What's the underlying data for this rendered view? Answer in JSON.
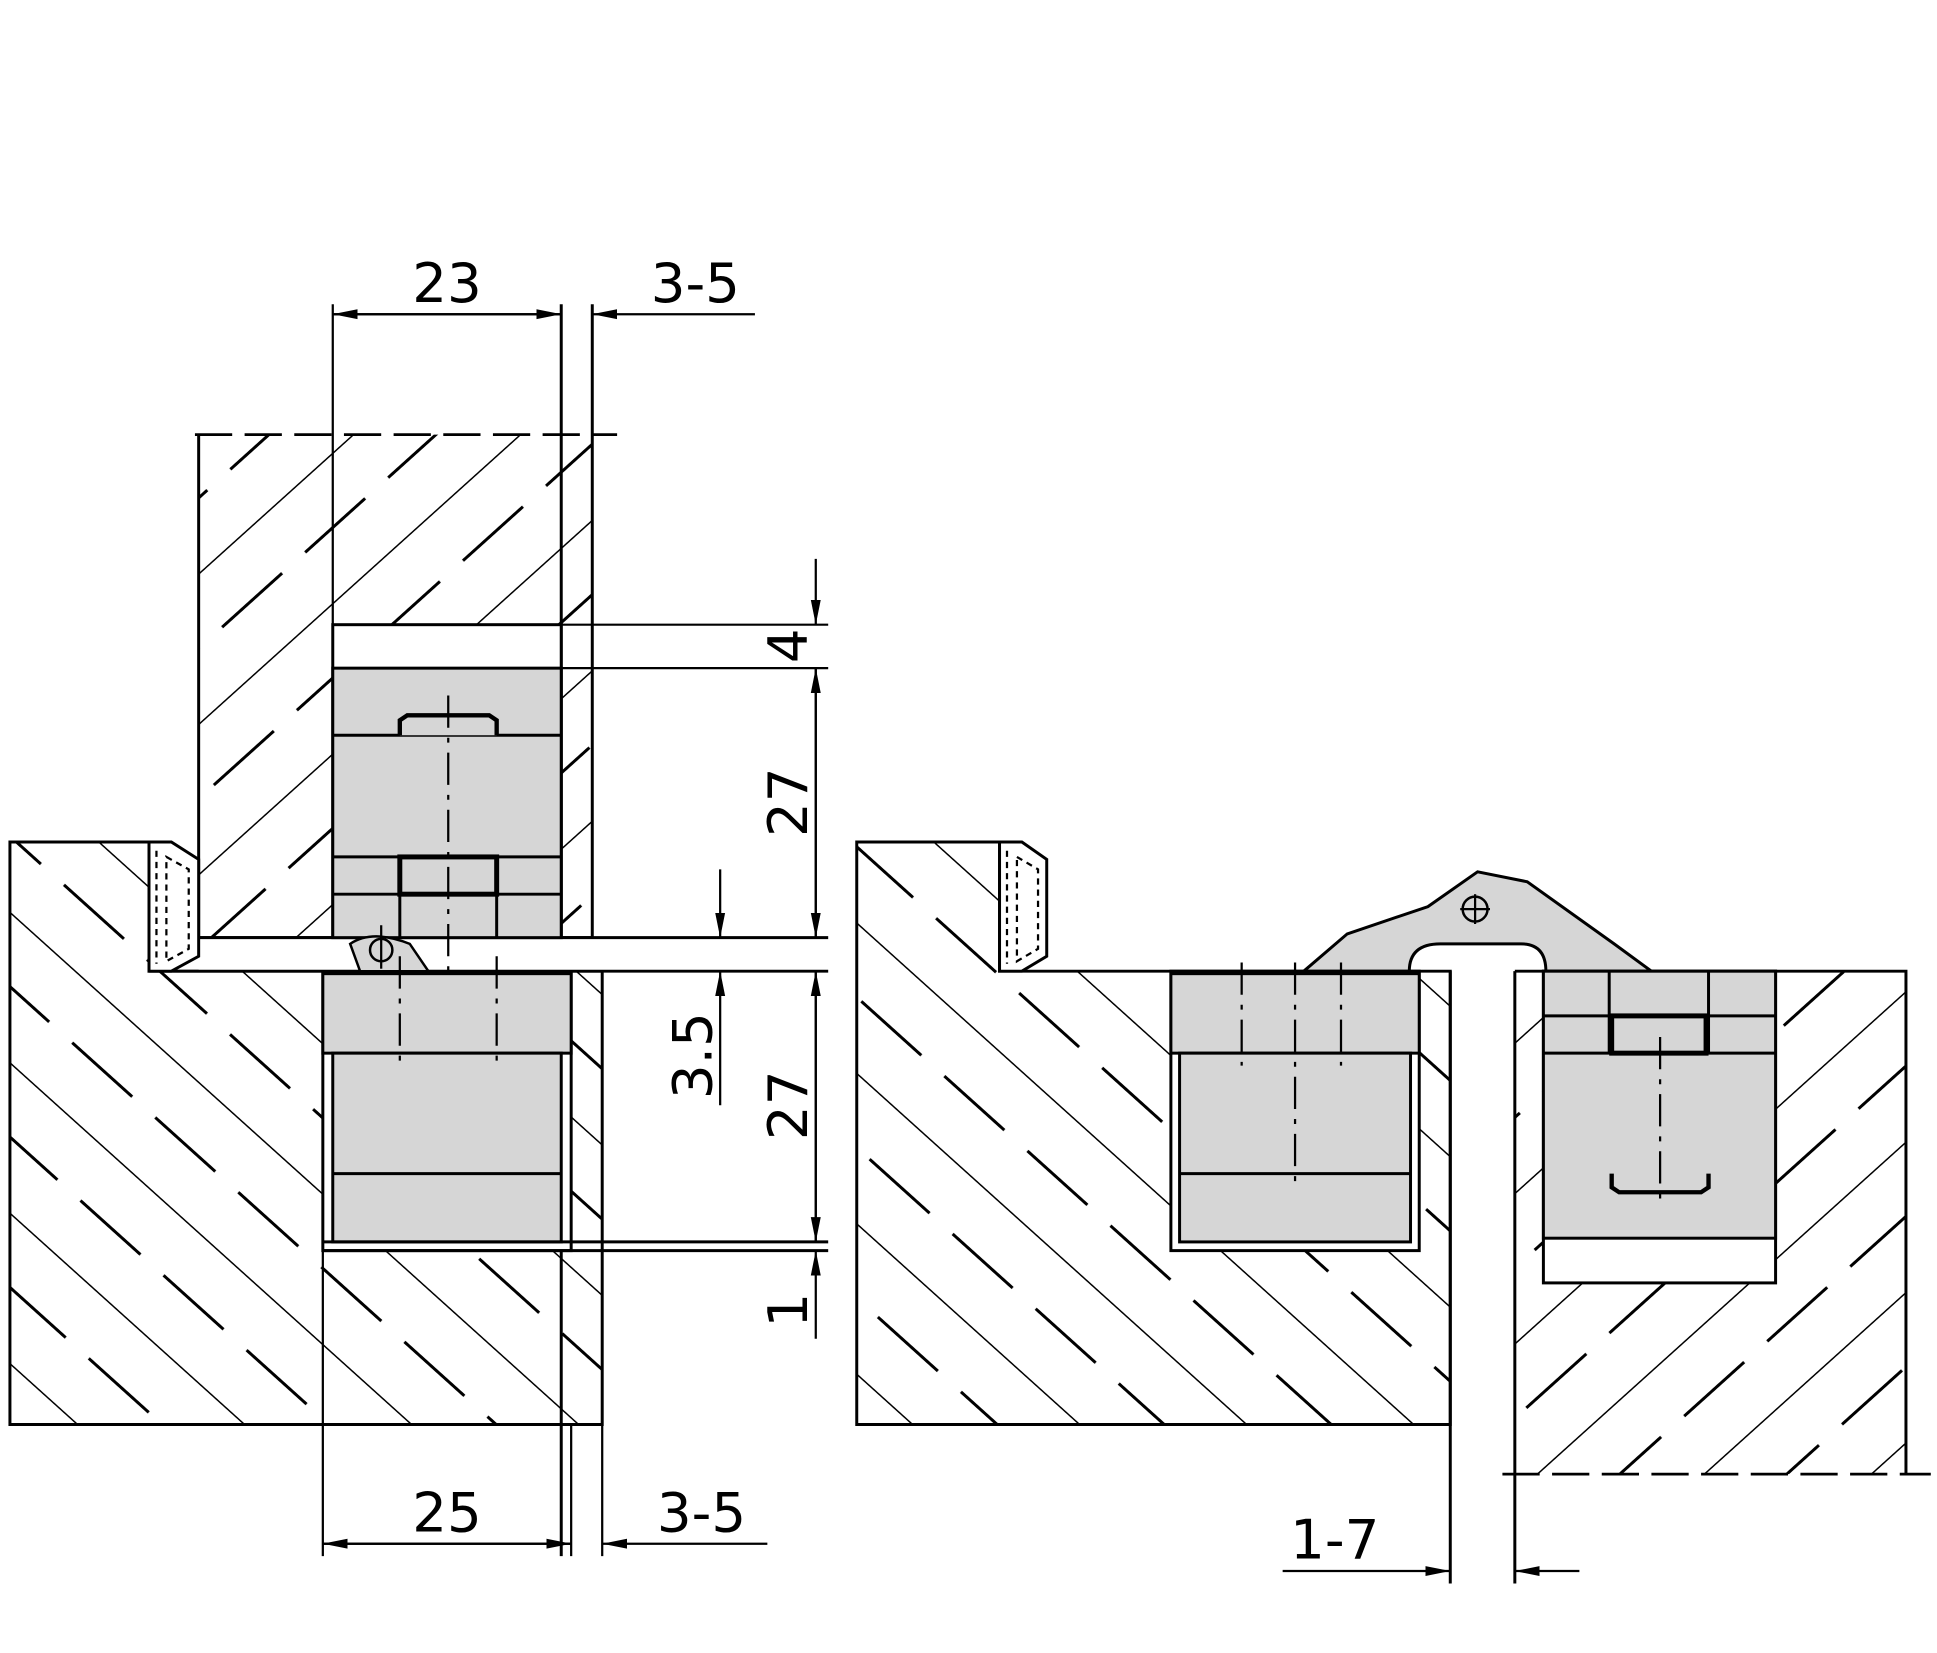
{
  "title": "Concealed hinge installation cross-section",
  "colors": {
    "line": "#000000",
    "hinge_fill": "#d6d6d6",
    "background": "#ffffff"
  },
  "left_view": {
    "dims": {
      "door_recess_width": "23",
      "door_gap_top": "3-5",
      "top_clearance": "4",
      "door_recess_depth": "27",
      "gap": "3.5",
      "frame_recess_depth": "27",
      "bottom_clearance": "1",
      "frame_recess_width": "25",
      "frame_gap_bottom": "3-5"
    }
  },
  "right_view": {
    "dims": {
      "door_gap": "1-7"
    }
  }
}
